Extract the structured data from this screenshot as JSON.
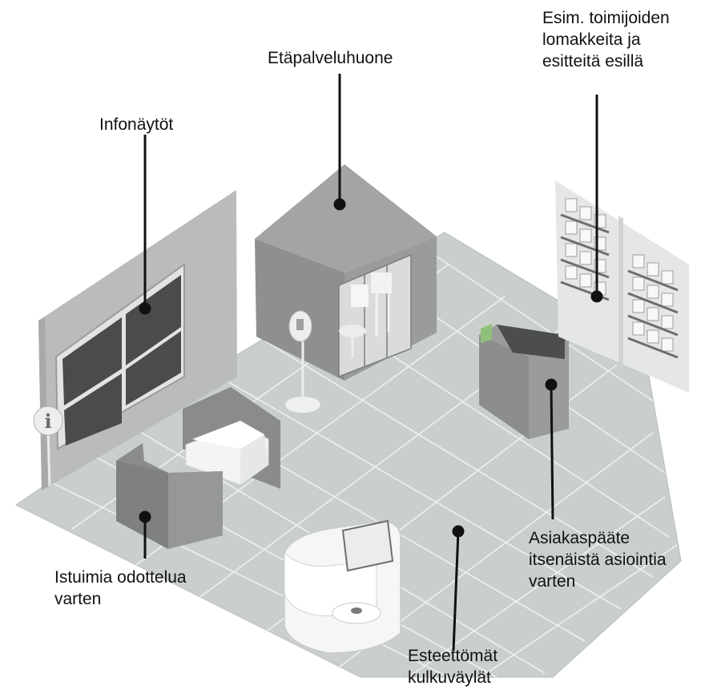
{
  "labels": {
    "info_screens": [
      "Infonäytöt"
    ],
    "remote_service_room": [
      "Etäpalveluhuone"
    ],
    "brochures": [
      "Esim. toimijoiden",
      "lomakkeita ja",
      "esitteitä esillä"
    ],
    "waiting_seats": [
      "Istuimia odottelua",
      "varten"
    ],
    "accessible_walkways": [
      "Esteettömät",
      "kulkuväylät"
    ],
    "customer_terminal": [
      "Asiakaspääte",
      "itsenäistä asiointia",
      "varten"
    ]
  },
  "colors": {
    "floor": "#c9cfca",
    "floor_grid": "#eef1ee",
    "wall": "#b9bcbb",
    "room": "#8e908f",
    "screen": "#4a4c4c",
    "furniture_dark": "#8a8c8b",
    "furniture_light": "#f4f4f4",
    "leader": "#111111"
  },
  "icons": [
    "info-icon"
  ]
}
